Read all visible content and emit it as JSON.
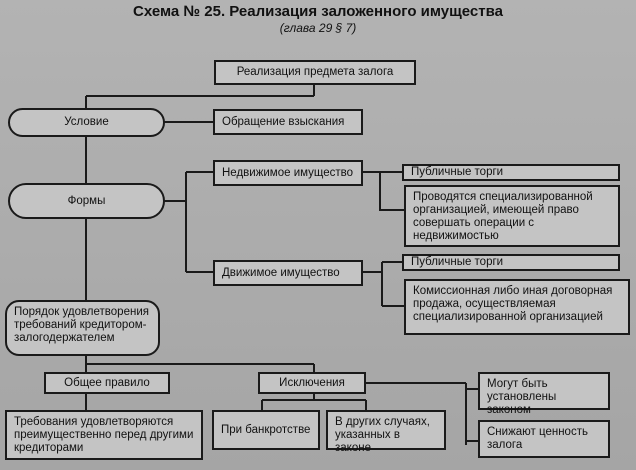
{
  "header": {
    "title": "Схема № 25. Реализация заложенного имущества",
    "subtitle": "(глава 29 § 7)"
  },
  "nodes": {
    "root": "Реализация предмета залога",
    "condition": "Условие",
    "foreclosure": "Обращение взыскания",
    "forms": "Формы",
    "real_estate": "Недвижимое имущество",
    "public_auction_1": "Публичные торги",
    "specialized_org": "Проводятся специализированной организацией, имеющей право совершать операции с недвижимостью",
    "movable": "Движимое имущество",
    "public_auction_2": "Публичные торги",
    "commission_sale": "Комиссионная либо иная договорная продажа, осуществляемая специализированной организацией",
    "satisfaction_order": "Порядок удовлетворения требований кредитором-залогодержателем",
    "general_rule": "Общее правило",
    "exceptions": "Исключения",
    "priority_claims": "Требования удовлетворяются преимущественно перед другими кредиторами",
    "bankruptcy": "При банкротстве",
    "other_cases": "В других случаях, указанных в законе",
    "may_be_established": "Могут быть установлены законом",
    "reduce_value": "Снижают ценность залога"
  }
}
